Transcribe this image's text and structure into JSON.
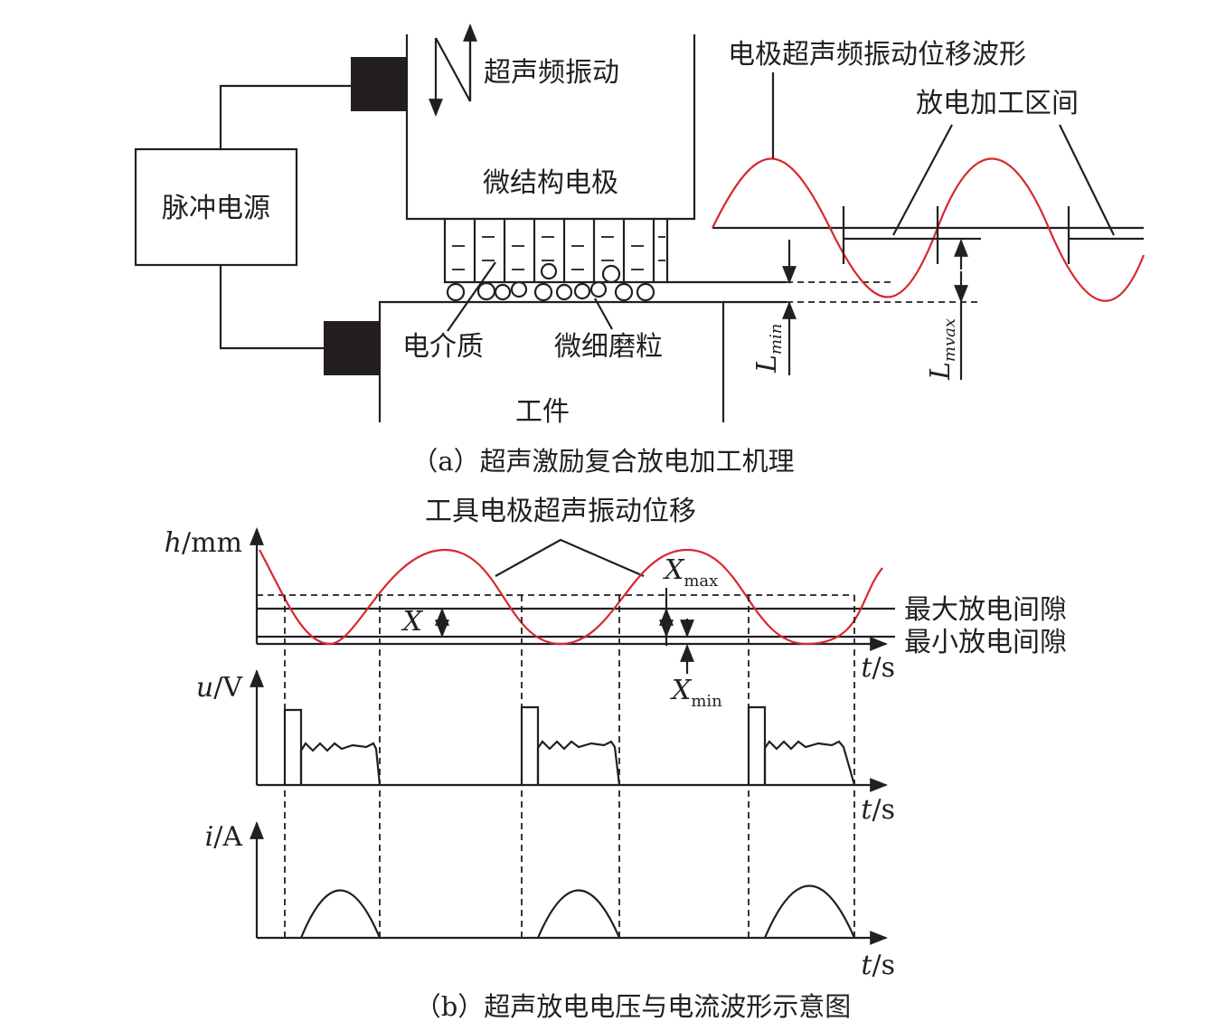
{
  "panel_a": {
    "ultrasonic_vibration": "超声频振动",
    "pulse_power": "脉冲电源",
    "micro_electrode": "微结构电极",
    "dielectric": "电介质",
    "abrasive": "微细磨粒",
    "workpiece": "工件",
    "waveform_title": "电极超声频振动位移波形",
    "discharge_zone": "放电加工区间",
    "lmin_main": "L",
    "lmin_sub": "min",
    "lmax_main": "L",
    "lmax_sub": "mvax",
    "caption": "（a）超声激励复合放电加工机理"
  },
  "panel_b": {
    "tool_vibration": "工具电极超声振动位移",
    "h_axis": "h",
    "h_unit": "/mm",
    "u_axis": "u",
    "u_unit": "/V",
    "i_axis": "i",
    "i_unit": "/A",
    "t_axis": "t",
    "t_unit": "/s",
    "x_label": "X",
    "xmax_main": "X",
    "xmax_sub": "max",
    "xmin_main": "X",
    "xmin_sub": "min",
    "max_gap": "最大放电间隙",
    "min_gap": "最小放电间隙",
    "caption": "（b）超声放电电压与电流波形示意图"
  },
  "colors": {
    "waveform": "#d7282f",
    "ink": "#231f20"
  }
}
